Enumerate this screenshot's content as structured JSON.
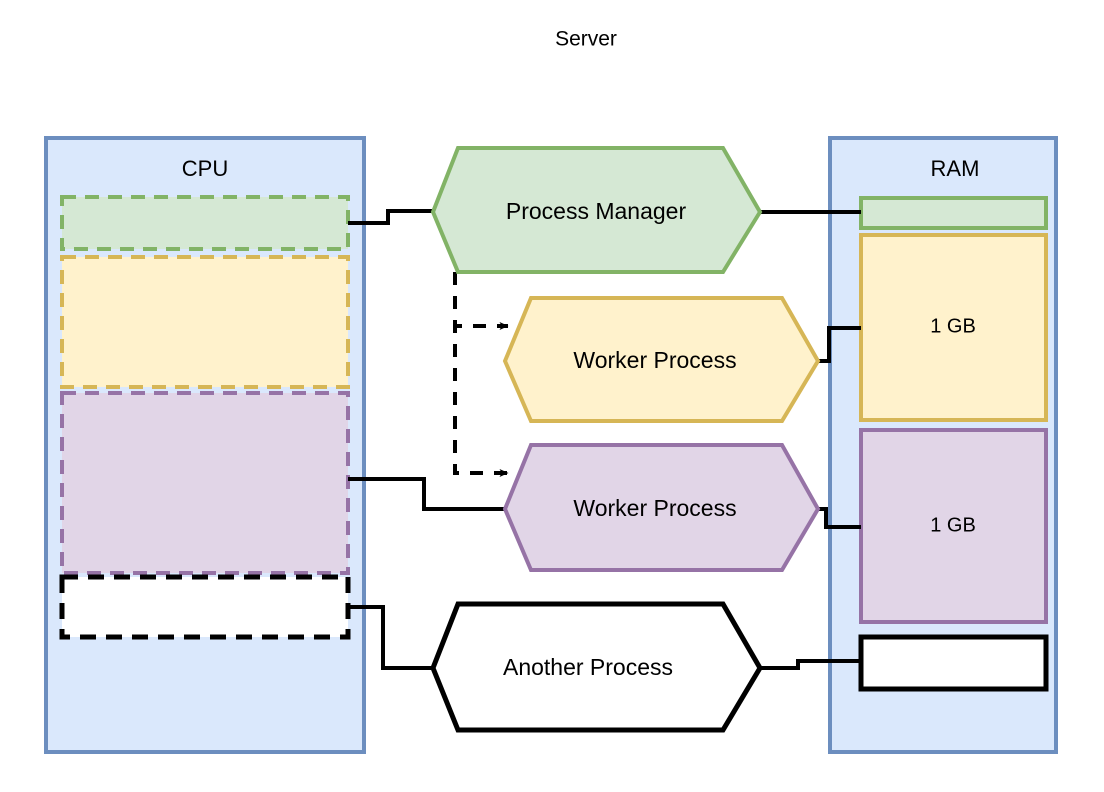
{
  "diagram": {
    "title": "Server",
    "containers": [
      {
        "id": "cpu",
        "label": "CPU",
        "fill": "#dae8fc",
        "stroke": "#6c8ebf"
      },
      {
        "id": "ram",
        "label": "RAM",
        "fill": "#dae8fc",
        "stroke": "#6c8ebf"
      }
    ],
    "cpu_slices": [
      {
        "id": "cpu-slice-process-manager",
        "fill": "#d5e8d4",
        "stroke": "#82b366",
        "style": "dashed",
        "label": ""
      },
      {
        "id": "cpu-slice-worker-1",
        "fill": "#fff2cc",
        "stroke": "#d6b656",
        "style": "dashed",
        "label": ""
      },
      {
        "id": "cpu-slice-worker-2",
        "fill": "#e1d5e7",
        "stroke": "#9673a6",
        "style": "dashed",
        "label": ""
      },
      {
        "id": "cpu-slice-another-process",
        "fill": "#ffffff",
        "stroke": "#000000",
        "style": "dashed",
        "label": ""
      }
    ],
    "ram_slices": [
      {
        "id": "ram-slice-process-manager",
        "fill": "#d5e8d4",
        "stroke": "#82b366",
        "label": ""
      },
      {
        "id": "ram-slice-worker-1",
        "fill": "#fff2cc",
        "stroke": "#d6b656",
        "label": "1 GB"
      },
      {
        "id": "ram-slice-worker-2",
        "fill": "#e1d5e7",
        "stroke": "#9673a6",
        "label": "1 GB"
      },
      {
        "id": "ram-slice-another-process",
        "fill": "#ffffff",
        "stroke": "#000000",
        "label": ""
      }
    ],
    "processes": [
      {
        "id": "process-manager",
        "label": "Process Manager",
        "fill": "#d5e8d4",
        "stroke": "#82b366"
      },
      {
        "id": "worker-process-1",
        "label": "Worker Process",
        "fill": "#fff2cc",
        "stroke": "#d6b656"
      },
      {
        "id": "worker-process-2",
        "label": "Worker Process",
        "fill": "#e1d5e7",
        "stroke": "#9673a6"
      },
      {
        "id": "another-process",
        "label": "Another Process",
        "fill": "#ffffff",
        "stroke": "#000000"
      }
    ],
    "edges": [
      {
        "id": "edge-cpu-to-process-manager",
        "style": "solid",
        "arrow": false
      },
      {
        "id": "edge-process-manager-to-ram",
        "style": "solid",
        "arrow": false
      },
      {
        "id": "edge-process-manager-spawns-worker-1",
        "style": "dashed",
        "arrow": true
      },
      {
        "id": "edge-process-manager-spawns-worker-2",
        "style": "dashed",
        "arrow": true
      },
      {
        "id": "edge-worker-1-to-ram",
        "style": "solid",
        "arrow": false
      },
      {
        "id": "edge-cpu-to-worker-2",
        "style": "solid",
        "arrow": false
      },
      {
        "id": "edge-worker-2-to-ram",
        "style": "solid",
        "arrow": false
      },
      {
        "id": "edge-cpu-to-another-process",
        "style": "solid",
        "arrow": false
      },
      {
        "id": "edge-another-process-to-ram",
        "style": "solid",
        "arrow": false
      }
    ],
    "colors": {
      "green_fill": "#d5e8d4",
      "green_stroke": "#82b366",
      "yellow_fill": "#fff2cc",
      "yellow_stroke": "#d6b656",
      "purple_fill": "#e1d5e7",
      "purple_stroke": "#9673a6",
      "blue_fill": "#dae8fc",
      "blue_stroke": "#6c8ebf",
      "black": "#000000",
      "white": "#ffffff",
      "background": "#ffffff"
    }
  }
}
